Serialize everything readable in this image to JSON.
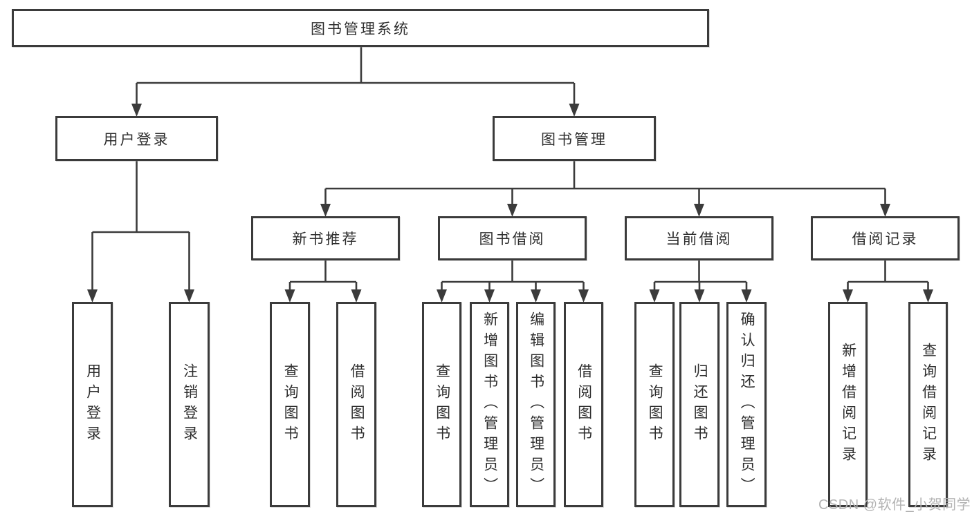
{
  "title": {
    "label": "图书管理系统"
  },
  "sections": {
    "user": {
      "label": "用户登录",
      "children": [
        "用户登录",
        "注销登录"
      ]
    },
    "books": {
      "label": "图书管理",
      "modules": [
        {
          "label": "新书推荐",
          "children": [
            "查询图书",
            "借阅图书"
          ]
        },
        {
          "label": "图书借阅",
          "children": [
            "查询图书",
            "新增图书（管理员）",
            "编辑图书（管理员）",
            "借阅图书"
          ]
        },
        {
          "label": "当前借阅",
          "children": [
            "查询图书",
            "归还图书",
            "确认归还（管理员）"
          ]
        },
        {
          "label": "借阅记录",
          "children": [
            "新增借阅记录",
            "查询借阅记录"
          ]
        }
      ]
    }
  },
  "watermark": {
    "text": "CSDN @软件_小贺同学"
  },
  "colors": {
    "line": "#3b3b3b",
    "border": "#3b3b3b",
    "text": "#2e2e2e",
    "background": "#ffffff",
    "watermark": "#b3b3b3"
  }
}
